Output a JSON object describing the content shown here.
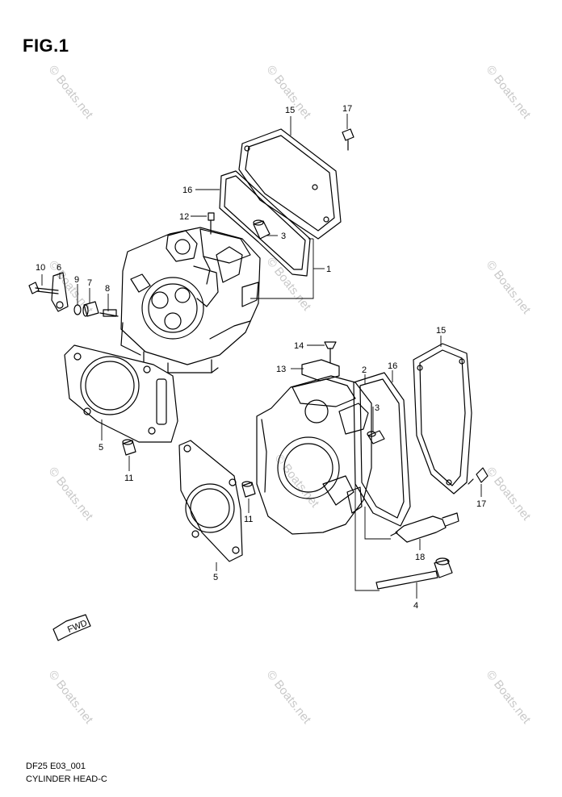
{
  "figure": {
    "title": "FIG.1",
    "code": "DF25 E03_001",
    "caption": "CYLINDER HEAD-C",
    "watermark": "© Boats.net",
    "fwd_label": "FWD"
  },
  "callouts": {
    "c1": "1",
    "c2": "2",
    "c3a": "3",
    "c3b": "3",
    "c4": "4",
    "c5a": "5",
    "c5b": "5",
    "c6": "6",
    "c7": "7",
    "c8": "8",
    "c9": "9",
    "c10": "10",
    "c11a": "11",
    "c11b": "11",
    "c12": "12",
    "c13": "13",
    "c14": "14",
    "c15a": "15",
    "c15b": "15",
    "c16a": "16",
    "c16b": "16",
    "c17a": "17",
    "c17b": "17",
    "c18": "18"
  }
}
